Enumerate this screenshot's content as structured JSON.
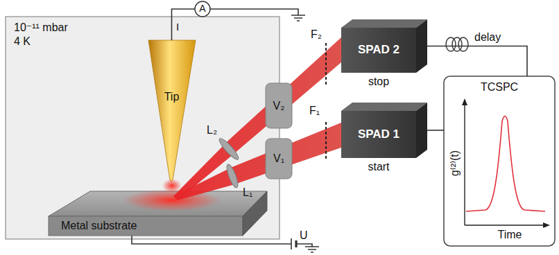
{
  "diagram": {
    "nodes": [
      {
        "text": [
          "10⁻¹¹ mbar",
          "4 K"
        ]
      },
      {
        "text": [
          "A"
        ]
      },
      {
        "text": [
          "Tip"
        ],
        "in": 0
      },
      {
        "text": [
          "Metal substrate"
        ],
        "in": 0
      },
      {
        "text": [
          "V₂"
        ]
      },
      {
        "text": [
          "V₁"
        ]
      },
      {
        "text": [
          "SPAD 2",
          "stop"
        ]
      },
      {
        "text": [
          "SPAD 1",
          "start"
        ]
      },
      {
        "text": [
          "TCSPC"
        ]
      }
    ],
    "edges": [
      {
        "from": 1,
        "to": 2,
        "arrow": "none"
      },
      {
        "from": 6,
        "to": 8,
        "arrow": "none"
      },
      {
        "from": 7,
        "to": 8,
        "arrow": "none"
      }
    ],
    "labels": [
      "I",
      "L₂",
      "L₁",
      "F₂",
      "F₁",
      "delay",
      "g⁽²⁾(t)",
      "Time",
      "U"
    ]
  }
}
